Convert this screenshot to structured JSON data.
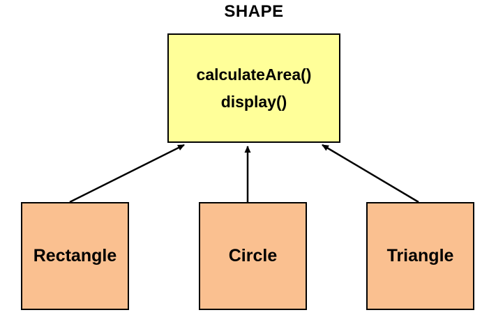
{
  "diagram": {
    "title": "SHAPE",
    "parent": {
      "name": "SHAPE",
      "methods": [
        "calculateArea()",
        "display()"
      ]
    },
    "children": [
      {
        "label": "Rectangle"
      },
      {
        "label": "Circle"
      },
      {
        "label": "Triangle"
      }
    ],
    "relationship": "inheritance-arrows-pointing-to-parent",
    "colors": {
      "parent_fill": "#ffff99",
      "child_fill": "#fac090",
      "border": "#000000",
      "arrow": "#000000",
      "background": "#ffffff",
      "text": "#000000"
    }
  }
}
